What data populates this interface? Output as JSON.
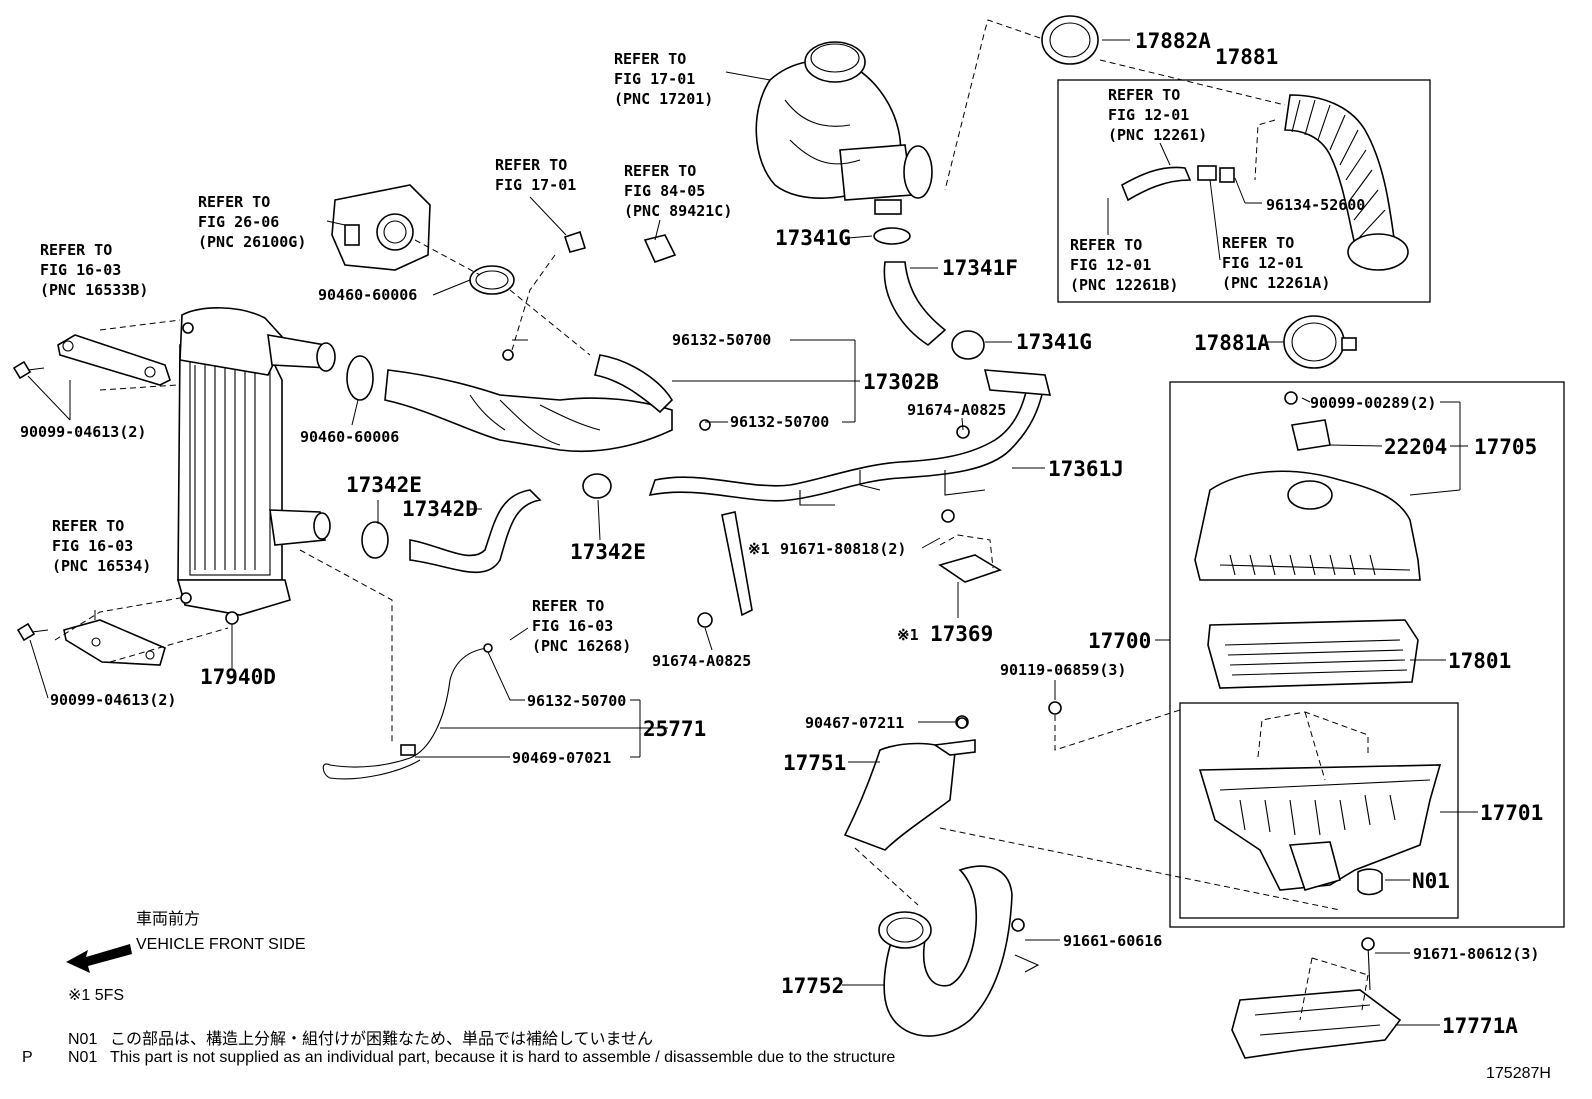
{
  "refs": {
    "turbo": [
      "REFER TO",
      "FIG 17-01",
      "(PNC 17201)"
    ],
    "sensor_fig17": [
      "REFER TO",
      "FIG 17-01"
    ],
    "fig84": [
      "REFER TO",
      "FIG 84-05",
      "(PNC 89421C)"
    ],
    "throttle": [
      "REFER TO",
      "FIG 26-06",
      "(PNC 26100G)"
    ],
    "bracket_top": [
      "REFER TO",
      "FIG 16-03",
      "(PNC 16533B)"
    ],
    "bracket_bottom": [
      "REFER TO",
      "FIG 16-03",
      "(PNC 16534)"
    ],
    "vacuum": [
      "REFER TO",
      "FIG 16-03",
      "(PNC 16268)"
    ],
    "hose_12261": [
      "REFER TO",
      "FIG 12-01",
      "(PNC 12261)"
    ],
    "hose_12261b": [
      "REFER TO",
      "FIG 12-01",
      "(PNC 12261B)"
    ],
    "hose_12261a": [
      "REFER TO",
      "FIG 12-01",
      "(PNC 12261A)"
    ]
  },
  "parts": {
    "p17882A": "17882A",
    "p17881": "17881",
    "p96134_52600": "96134-52600",
    "p17881A": "17881A",
    "p17341G_top": "17341G",
    "p17341F": "17341F",
    "p17341G_mid": "17341G",
    "p96132_50700_a": "96132-50700",
    "p17302B": "17302B",
    "p96132_50700_b": "96132-50700",
    "p91674_A0825_a": "91674-A0825",
    "p17361J": "17361J",
    "p90460_60006_a": "90460-60006",
    "p90460_60006_b": "90460-60006",
    "p90099_04613_a": "90099-04613(2)",
    "p17342E_a": "17342E",
    "p17342D": "17342D",
    "p17342E_b": "17342E",
    "p91671_80818": "91671-80818(2)",
    "p17369": "17369",
    "p91674_A0825_b": "91674-A0825",
    "p90099_04613_b": "90099-04613(2)",
    "p17940D": "17940D",
    "p96132_50700_c": "96132-50700",
    "p25771": "25771",
    "p90469_07021": "90469-07021",
    "p90099_00289": "90099-00289(2)",
    "p22204": "22204",
    "p17705": "17705",
    "p17700": "17700",
    "p90119_06859": "90119-06859(3)",
    "p17801": "17801",
    "p90467_07211": "90467-07211",
    "p17751": "17751",
    "p17701": "17701",
    "pN01": "N01",
    "p91661_60616": "91661-60616",
    "p17752": "17752",
    "p91671_80612": "91671-80612(3)",
    "p17771A": "17771A"
  },
  "marks": {
    "star1": "※1"
  },
  "direction": {
    "jp": "車両前方",
    "en": "VEHICLE FRONT SIDE"
  },
  "footnotes": {
    "star_note": "※1 5FS",
    "n01_jp_code": "N01",
    "n01_jp": "この部品は、構造上分解・組付けが困難なため、単品では補給していません",
    "n01_en_code": "N01",
    "n01_en": "This part is not supplied as an individual part, because it is hard to assemble / disassemble due to the structure",
    "page_letter": "P",
    "figure_id": "175287H"
  }
}
